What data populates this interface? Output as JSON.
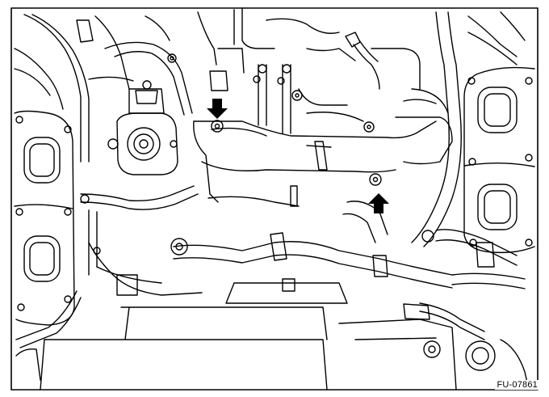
{
  "figure": {
    "code": "FU-07861",
    "subject": "engine-compartment-line-drawing",
    "callouts": [
      {
        "id": "arrow-1",
        "direction": "down",
        "target": "bolt-left-on-intake-pipe"
      },
      {
        "id": "arrow-2",
        "direction": "up",
        "target": "bolt-right-on-bracket"
      }
    ],
    "colors": {
      "line": "#000000",
      "background": "#ffffff",
      "arrow": "#000000"
    }
  }
}
